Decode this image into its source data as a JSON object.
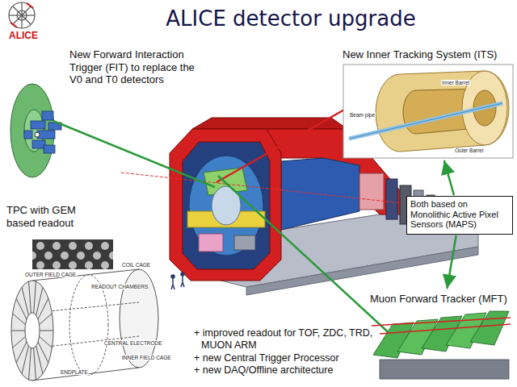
{
  "diagram": {
    "title": "ALICE detector upgrade",
    "nodes": [
      {
        "text": [
          "New Inner Tracking System (ITS)"
        ]
      },
      {
        "text": [
          "Both based on Monolithic Active Pixel Sensors (MAPS)"
        ]
      },
      {
        "text": [
          "Muon Forward Tracker (MFT)"
        ]
      }
    ],
    "edges": [
      {
        "from": 1,
        "to": 0,
        "arrow": "to"
      },
      {
        "from": 1,
        "to": 2,
        "arrow": "to"
      }
    ],
    "labels": [
      "ALICE",
      "New Forward Interaction Trigger (FIT) to replace the V0 and T0 detectors",
      "TPC with GEM based readout",
      "Beam pipe",
      "Inner Barrel",
      "Outer Barrel",
      "OUTER FIELD CAGE",
      "COIL CAGE",
      "READOUT CHAMBERS",
      "CENTRAL ELECTRODE",
      "INNER FIELD CAGE",
      "ENDPLATE",
      "+ improved readout for TOF, ZDC, TRD, MUON ARM",
      "+ new Central Trigger Processor",
      "+ new DAQ/Offline architecture"
    ]
  }
}
